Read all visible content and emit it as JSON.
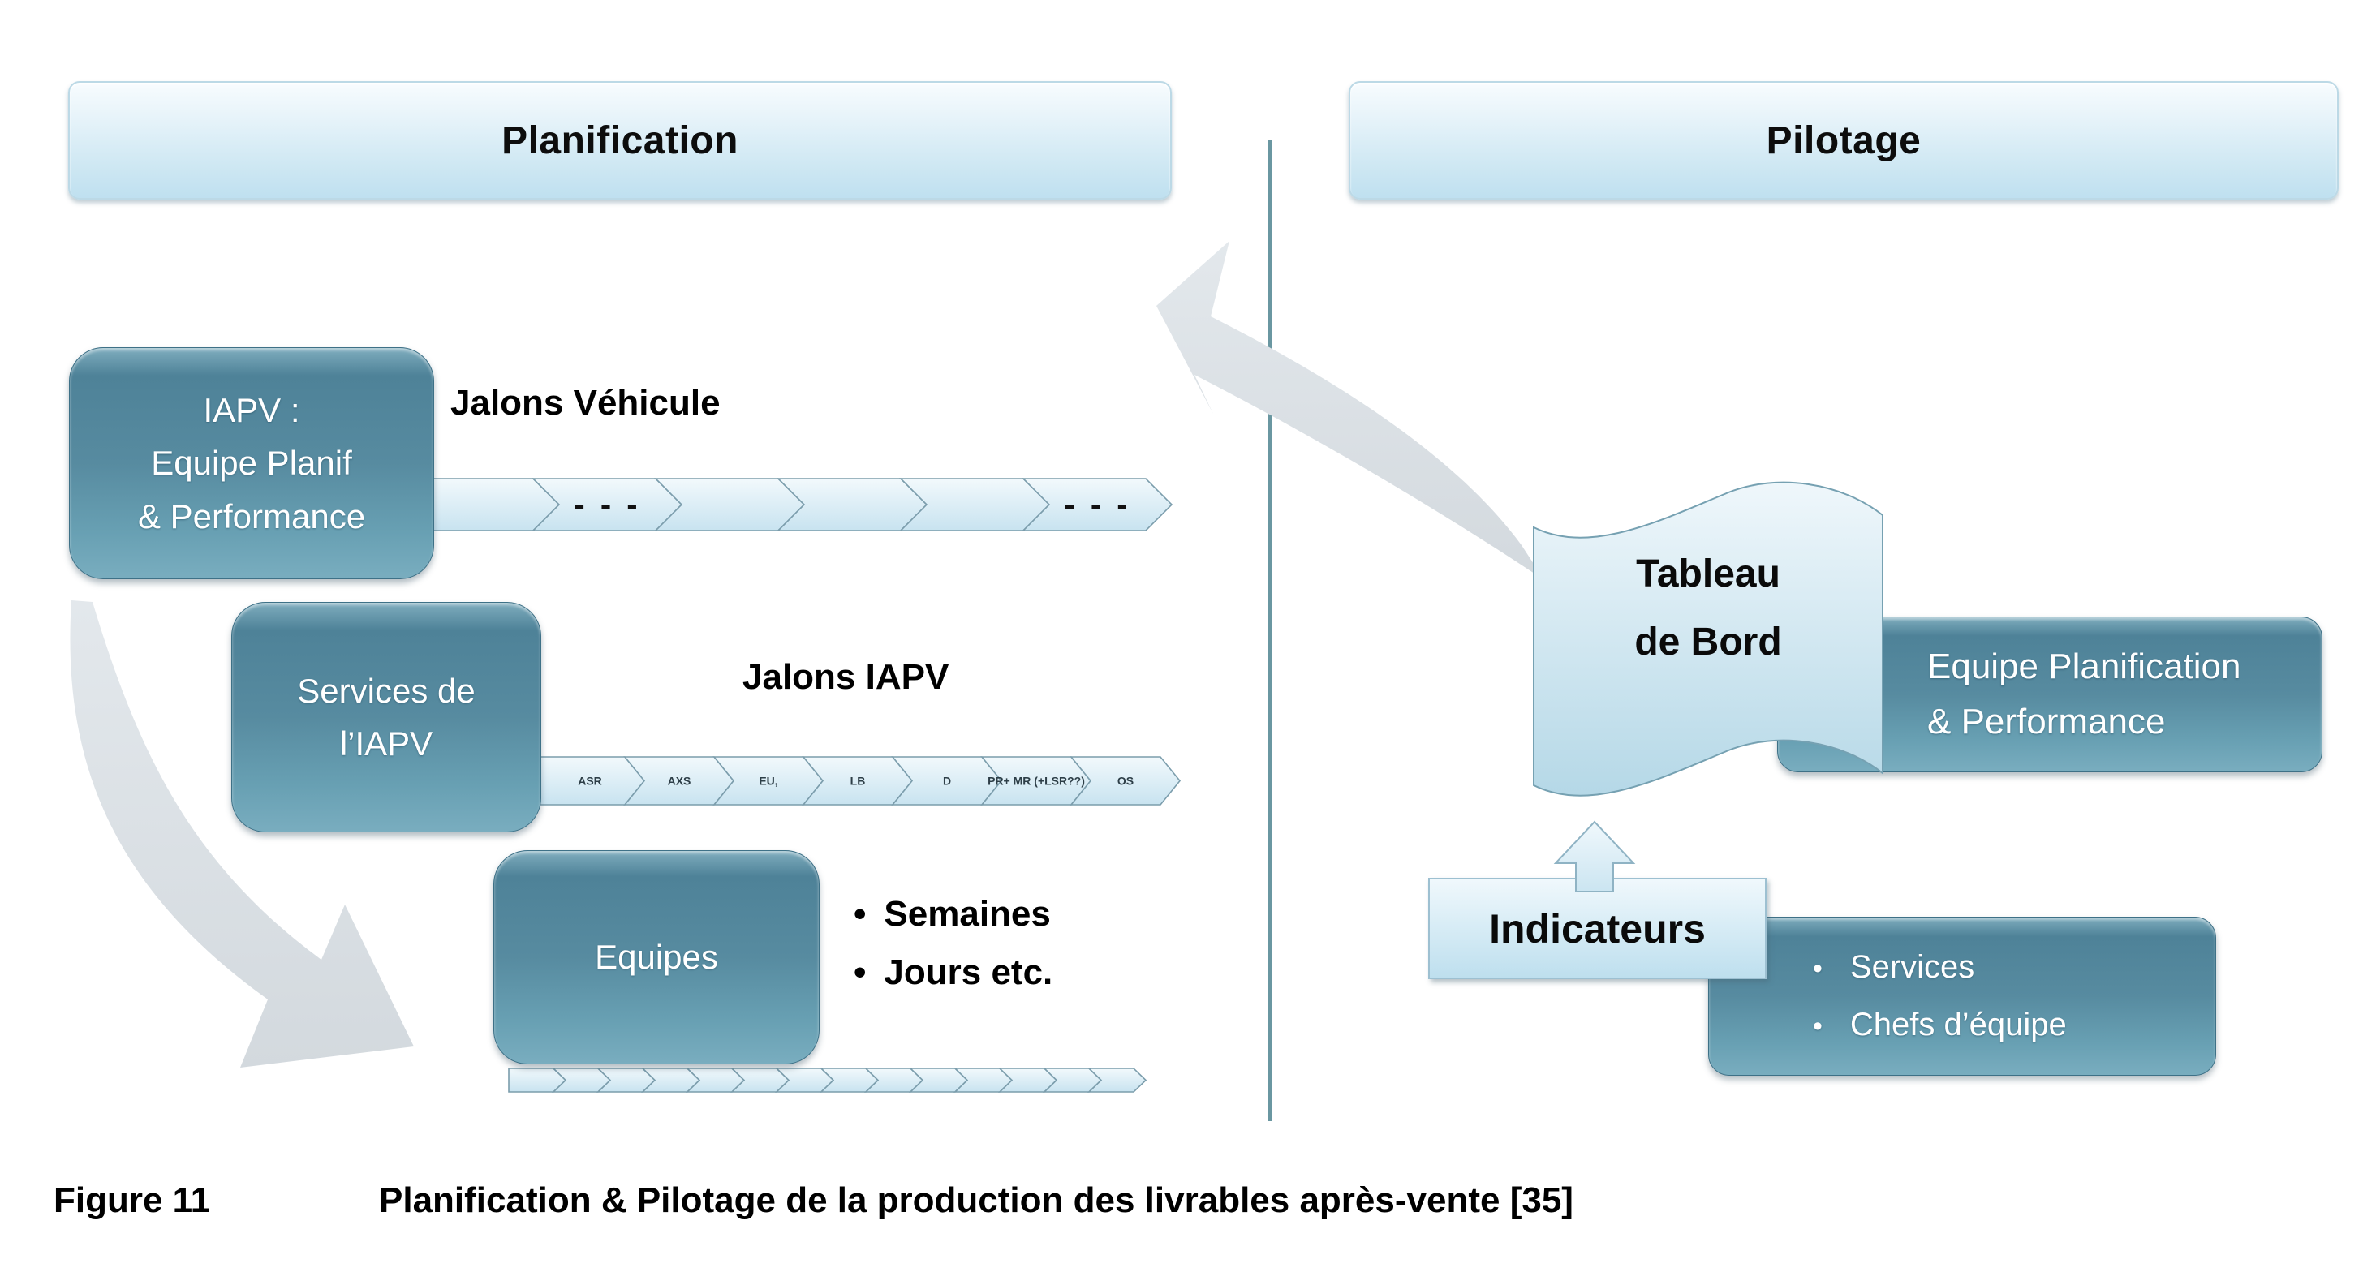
{
  "headers": {
    "left": "Planification",
    "right": "Pilotage"
  },
  "planification": {
    "iapv_box_lines": [
      "IAPV :",
      "Equipe Planif",
      "& Performance"
    ],
    "jalons_vehicule_label": "Jalons Véhicule",
    "vehicule_chevrons": [
      "",
      "- - -",
      "",
      "",
      "",
      "- - -"
    ],
    "services_box_lines": [
      "Services de",
      "l’IAPV"
    ],
    "jalons_iapv_label": "Jalons IAPV",
    "iapv_chevrons": [
      "ASR",
      "AXS",
      "EU,",
      "LB",
      "D",
      "PR+ MR (+LSR??)",
      "OS"
    ],
    "equipes_box_label": "Equipes",
    "equipes_bullets": [
      "Semaines",
      "Jours etc."
    ]
  },
  "pilotage": {
    "tableau_lines": [
      "Tableau",
      "de Bord"
    ],
    "equipe_box_lines": [
      "Equipe Planification",
      "& Performance"
    ],
    "indicateurs_label": "Indicateurs",
    "indicateurs_bullets": [
      "Services",
      "Chefs d’équipe"
    ]
  },
  "figure_caption": {
    "label": "Figure 11",
    "text": "Planification & Pilotage de la production des livrables après-vente [35]"
  },
  "colors": {
    "teal_box": "#55899e",
    "light_blue_fill": "#cde7f2",
    "divider_teal": "#6a97a1",
    "arrow_gray": "#d8dde2"
  }
}
